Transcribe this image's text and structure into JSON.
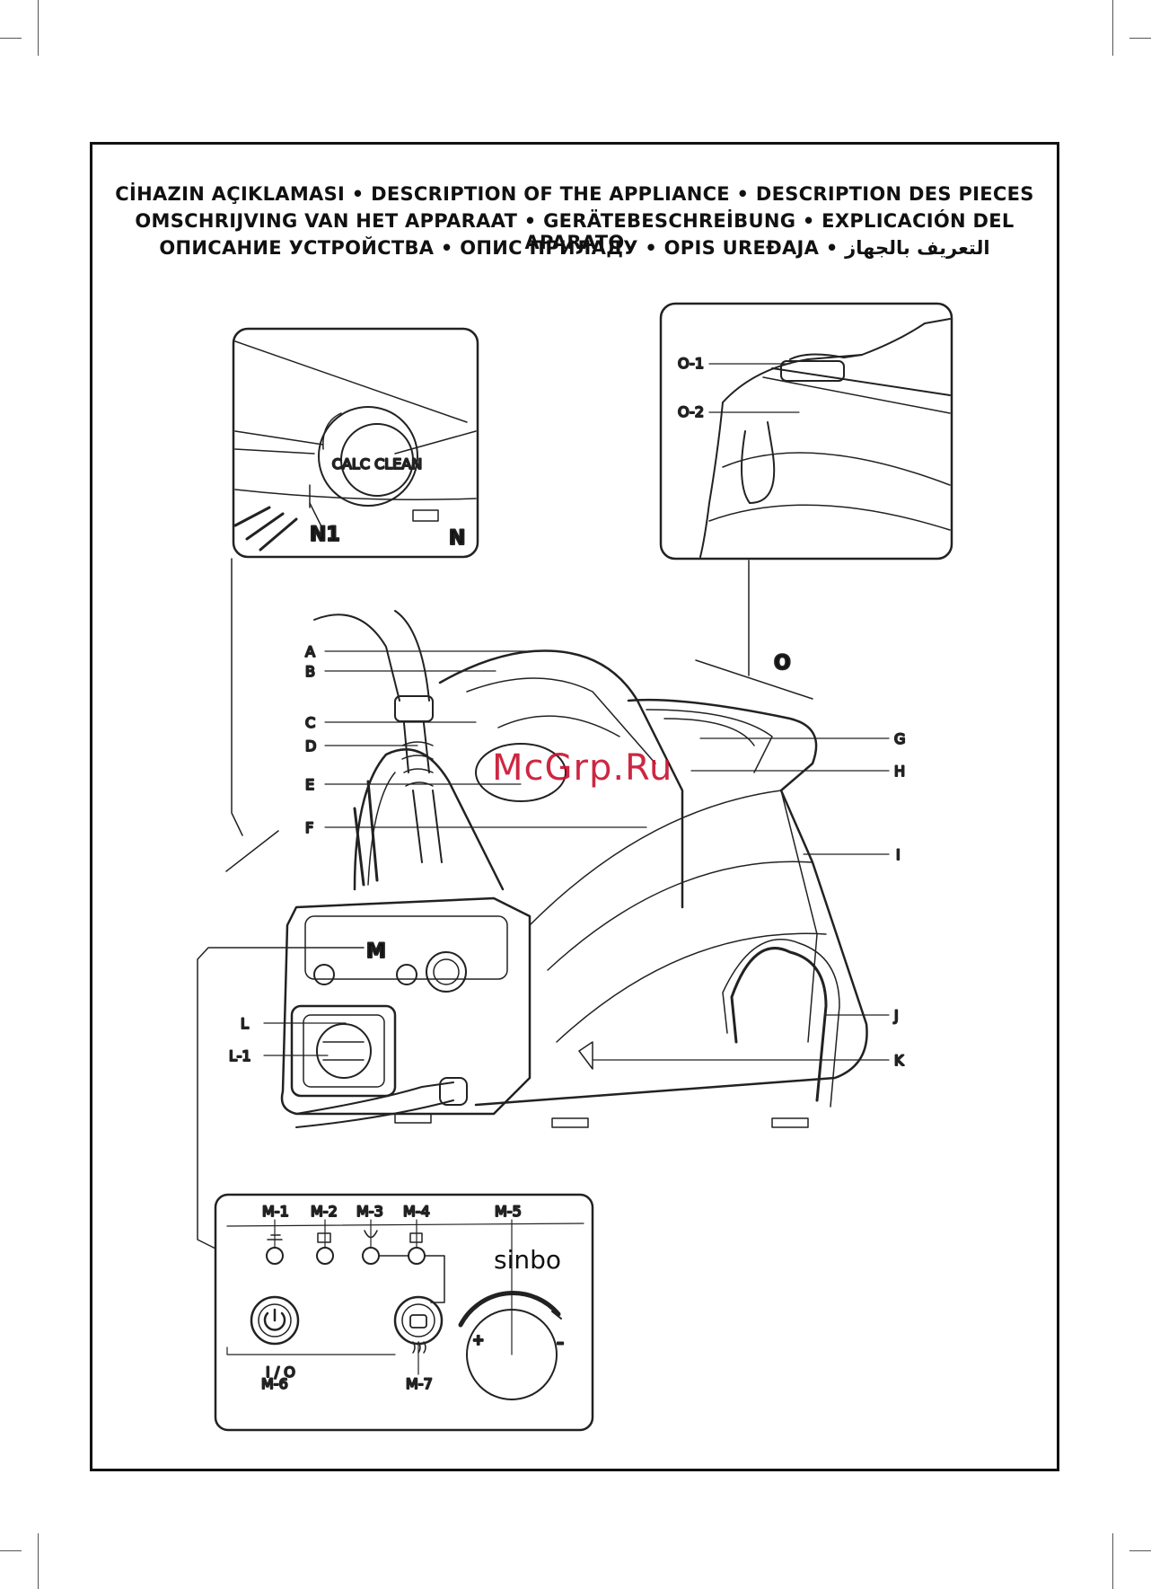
{
  "header": {
    "line1": "CİHAZIN AÇIKLAMASI • DESCRIPTION OF THE APPLIANCE • DESCRIPTION DES PIECES",
    "line2": "OMSCHRIJVING VAN HET APPARAAT • GERÄTEBESCHREİBUNG • EXPLICACIÓN DEL APARATO",
    "line3": "ОПИСАНИЕ УСТРОЙСТВА • ОПИС ПРИЛАДУ • OPIS UREĐAJA • التعريف بالجهاز"
  },
  "watermark": "McGrp.Ru",
  "inset_calc": {
    "cap_text": "CALC CLEAN",
    "labels": [
      "N1",
      "N"
    ]
  },
  "inset_top": {
    "labels": [
      "O-1",
      "O-2"
    ],
    "pointer_label": "O"
  },
  "callouts_left": [
    "A",
    "B",
    "C",
    "D",
    "E",
    "F",
    "L",
    "L-1"
  ],
  "callouts_right": [
    "G",
    "H",
    "I",
    "J",
    "K"
  ],
  "panel_label": "M",
  "control_panel": {
    "top_labels": [
      "M-1",
      "M-2",
      "M-3",
      "M-4",
      "M-5"
    ],
    "bottom_labels": [
      "M-6",
      "M-7"
    ],
    "brand": "sinbo",
    "power_text": "I / O",
    "plus": "+",
    "minus": "–"
  }
}
